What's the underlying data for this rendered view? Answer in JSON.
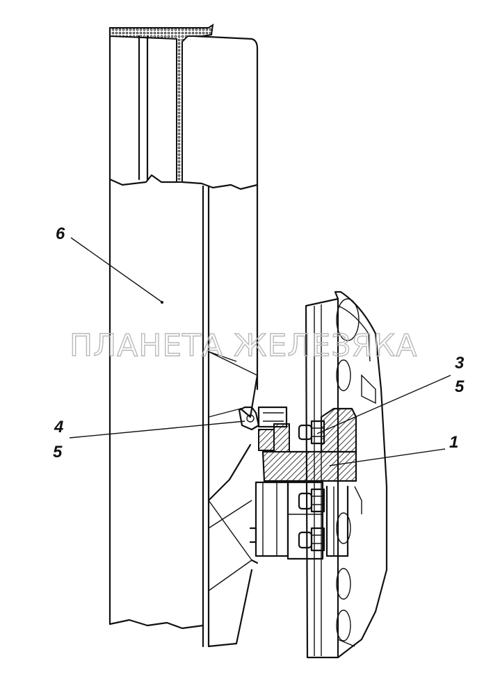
{
  "callouts": {
    "part_1": "1",
    "part_3": "3",
    "part_4": "4",
    "part_5_upper": "5",
    "part_5_lower": "5",
    "part_6": "6"
  },
  "watermark": "ПЛАНЕТА ЖЕЛЕЗЯКА",
  "colors": {
    "line": "#111111",
    "watermark": "#b9b9b9",
    "background": "#ffffff"
  }
}
